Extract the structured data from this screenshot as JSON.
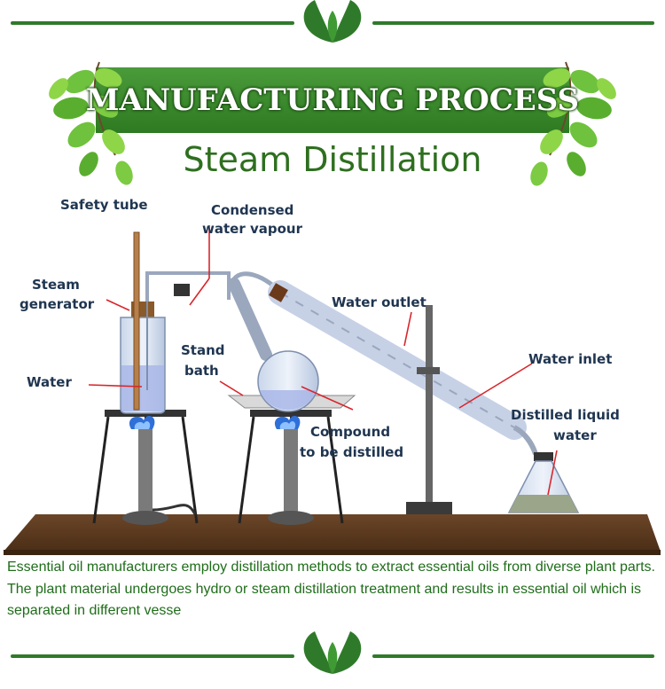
{
  "header": {
    "banner_title": "MANUFACTURING PROCESS",
    "subtitle": "Steam Distillation"
  },
  "diagram": {
    "labels": {
      "safety_tube": "Safety tube",
      "condensed_line1": "Condensed",
      "condensed_line2": "water vapour",
      "steam_line1": "Steam",
      "steam_line2": "generator",
      "water": "Water",
      "stand_line1": "Stand",
      "stand_line2": "bath",
      "water_outlet": "Water outlet",
      "water_inlet": "Water inlet",
      "distilled_line1": "Distilled liquid",
      "distilled_line2": "water",
      "compound_line1": "Compound",
      "compound_line2": "to be distilled"
    }
  },
  "caption": {
    "text": "Essential oil  manufacturers  employ distillation methods to extract  essential oils from diverse plant parts. The plant material undergoes hydro or steam distillation treatment and results in essential oil which is separated in different vesse"
  },
  "colors": {
    "brand_green": "#2e7a22",
    "label_navy": "#1f3550",
    "table_brown": "#5a3a1e",
    "pointer_red": "#d8262b"
  }
}
